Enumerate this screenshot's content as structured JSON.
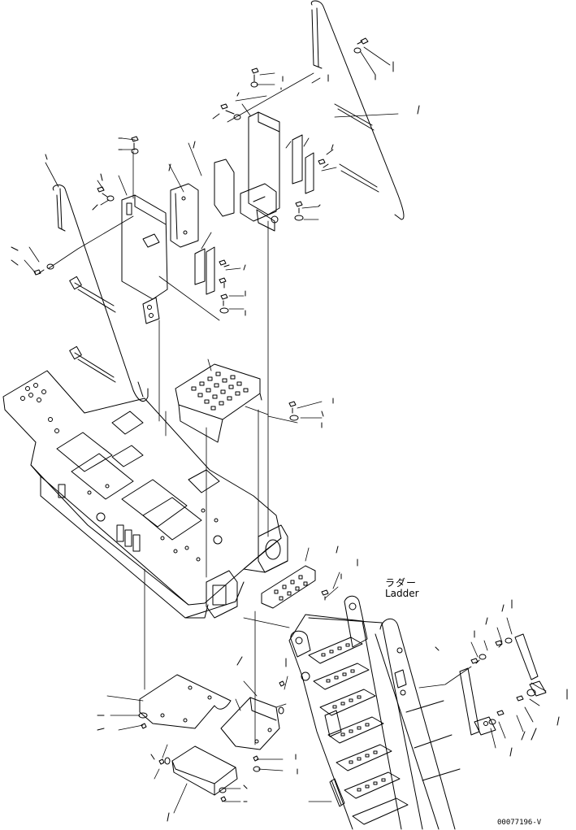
{
  "drawing": {
    "callouts": {
      "ladder_ja": "ラダー",
      "ladder_en": "Ladder"
    },
    "drawing_number": "00077196-V"
  }
}
